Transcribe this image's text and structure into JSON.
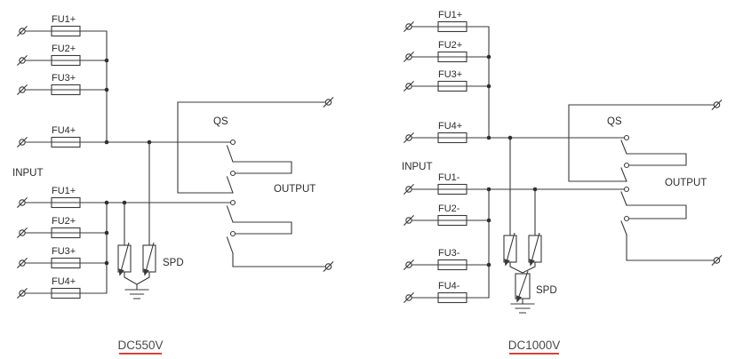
{
  "diagrams": [
    {
      "caption": "DC550V",
      "input_label": "INPUT",
      "output_label": "OUTPUT",
      "qs_label": "QS",
      "spd_label": "SPD",
      "top_fuses": [
        "FU1+",
        "FU2+",
        "FU3+",
        "FU4+"
      ],
      "bottom_fuses": [
        "FU1+",
        "FU2+",
        "FU3+",
        "FU4+"
      ]
    },
    {
      "caption": "DC1000V",
      "input_label": "INPUT",
      "output_label": "OUTPUT",
      "qs_label": "QS",
      "spd_label": "SPD",
      "top_fuses": [
        "FU1+",
        "FU2+",
        "FU3+",
        "FU4+"
      ],
      "bottom_fuses": [
        "FU1-",
        "FU2-",
        "FU3-",
        "FU4-"
      ]
    }
  ],
  "colors": {
    "line": "#3a3a3a",
    "text": "#2b2b2b",
    "underline": "#d93025"
  }
}
